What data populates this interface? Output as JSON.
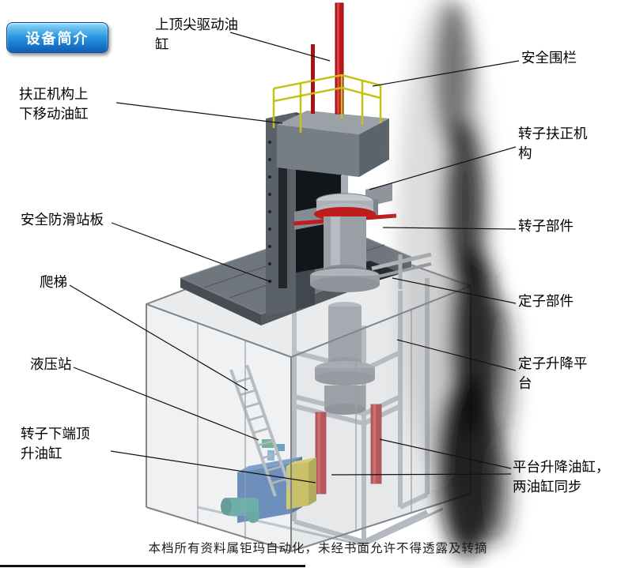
{
  "badge": {
    "label": "设备简介"
  },
  "labels": {
    "top_cylinder": "上顶尖驱动油缸",
    "safety_fence": "安全围栏",
    "centering_updown_cylinder": "扶正机构上下移动油缸",
    "rotor_centering": "转子扶正机构",
    "antislip_plate": "安全防滑站板",
    "rotor_part": "转子部件",
    "ladder": "爬梯",
    "stator_part": "定子部件",
    "hydraulic_station": "液压站",
    "stator_lift_platform": "定子升降平台",
    "rotor_bottom_jack": "转子下端顶升油缸",
    "platform_lift_cylinders": "平台升降油缸，两油缸同步"
  },
  "footer": {
    "text": "本档所有资料属钜玛自动化，未经书面允许不得透露及转摘"
  },
  "colors": {
    "cylinder_red": "#bf1717",
    "railing_yellow": "#c6c215",
    "hydraulic_blue": "#2e62a7",
    "pump_yellow": "#cfc02c",
    "badge_blue": "#0c5cb6"
  }
}
